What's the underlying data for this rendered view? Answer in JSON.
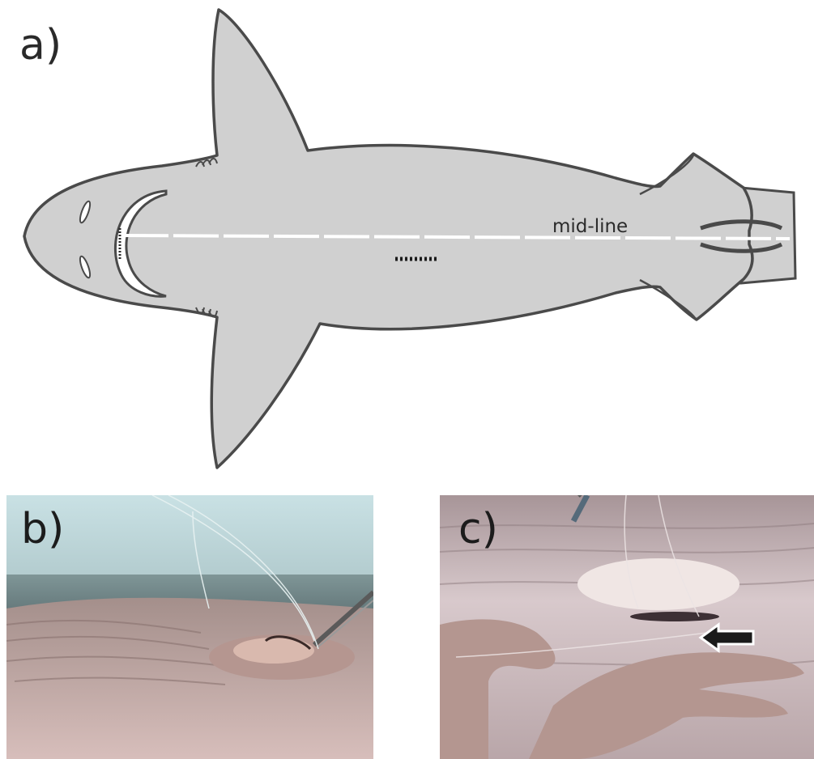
{
  "panels": {
    "a": {
      "label": "a)",
      "annotation": "mid-line"
    },
    "b": {
      "label": "b)"
    },
    "c": {
      "label": "c)"
    }
  },
  "colors": {
    "shark_body": "#d0d0d0",
    "outline": "#4a4a4a",
    "midline": "#ffffff",
    "incision": "#1a1a1a",
    "arrow": "#1a1a1a"
  }
}
